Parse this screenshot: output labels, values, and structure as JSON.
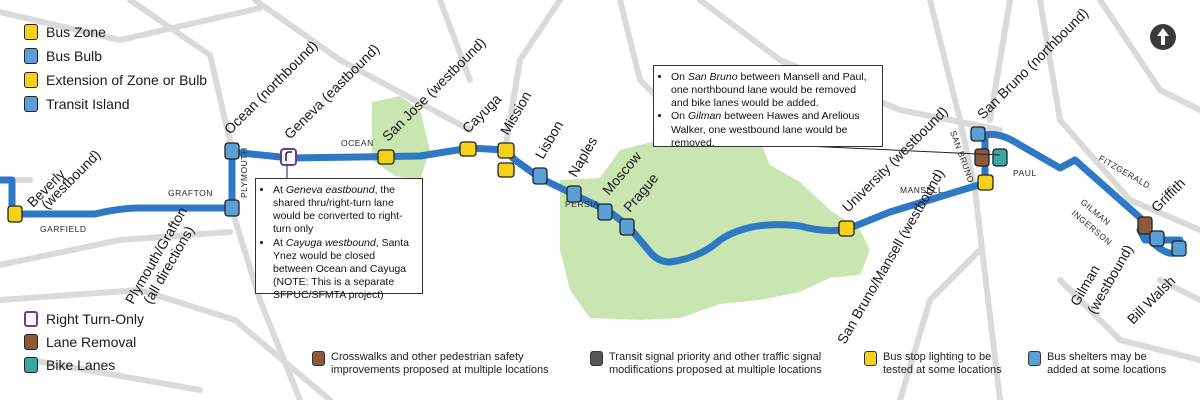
{
  "colors": {
    "route": "#2e78c4",
    "route_outline": "#1f5fa3",
    "park": "#c9e6b2",
    "road": "#d6d6d6",
    "bus_zone": "#f4d21a",
    "bus_bulb": "#5a9fd6",
    "lane_removal": "#8a5a3a",
    "bike_lane": "#3aa7a0",
    "right_turn": "#6d3a9b"
  },
  "legend_top": [
    {
      "label": "Bus Zone",
      "icon": "bus-zone-icon"
    },
    {
      "label": "Bus Bulb",
      "icon": "bus-bulb-icon"
    },
    {
      "label": "Extension of Zone or Bulb",
      "icon": "zone-extension-icon"
    },
    {
      "label": "Transit Island",
      "icon": "transit-island-icon"
    }
  ],
  "legend_bottom_left": [
    {
      "label": "Right Turn-Only",
      "icon": "right-turn-only-icon"
    },
    {
      "label": "Lane Removal",
      "icon": "lane-removal-icon"
    },
    {
      "label": "Bike Lanes",
      "icon": "bike-lanes-icon"
    }
  ],
  "legend_bottom": [
    {
      "line1": "Crosswalks and other pedestrian safety",
      "line2": "improvements proposed at multiple locations",
      "icon": "pedestrian-icon"
    },
    {
      "line1": "Transit signal priority and other traffic signal",
      "line2": "modifications proposed at multiple locations",
      "icon": "traffic-signal-icon"
    },
    {
      "line1": "Bus stop lighting to be",
      "line2": "tested at some locations",
      "icon": "lightbulb-icon"
    },
    {
      "line1": "Bus shelters may be",
      "line2": "added at some locations",
      "icon": "bus-shelter-icon"
    }
  ],
  "stops": {
    "beverly": "Beverly",
    "beverly2": "(westbound)",
    "ocean_nb": "Ocean (northbound)",
    "plymouth_grafton": "Plymouth/Grafton",
    "plymouth_grafton2": "(all directions)",
    "geneva": "Geneva (eastbound)",
    "san_jose": "San Jose (westbound)",
    "cayuga": "Cayuga",
    "mission": "Mission",
    "lisbon": "Lisbon",
    "naples": "Naples",
    "moscow": "Moscow",
    "prague": "Prague",
    "university": "University (westbound)",
    "san_bruno_mansell": "San Bruno/Mansell (westbound)",
    "san_bruno_nb": "San Bruno (northbound)",
    "griffith": "Griffith",
    "gilman_wb": "Gilman",
    "gilman_wb2": "(westbound)",
    "bill_walsh": "Bill Walsh"
  },
  "streets": {
    "garfield": "GARFIELD",
    "grafton": "GRAFTON",
    "plymouth": "PLYMOUTH",
    "ocean": "OCEAN",
    "persia": "PERSIA",
    "mansell": "MANSELL",
    "san_bruno": "SAN BRUNO",
    "paul": "PAUL",
    "fitzgerald": "FITZGERALD",
    "gilman": "GILMAN",
    "ingerson": "INGERSON"
  },
  "notes": {
    "geneva_cayuga": {
      "item1_pre": "At ",
      "item1_em": "Geneva eastbound",
      "item1_post": ", the shared thru/right-turn lane would be converted to right-turn only",
      "item2_pre": "At ",
      "item2_em": "Cayuga westbound",
      "item2_post": ", Santa Ynez would be closed between Ocean and Cayuga (NOTE: This is a separate SFPUC/SFMTA project)"
    },
    "san_bruno_gilman": {
      "item1_pre": "On ",
      "item1_em": "San Bruno",
      "item1_post": " between Mansell and Paul, one northbound lane would be removed and bike lanes would be added.",
      "item2_pre": "On ",
      "item2_em": "Gilman",
      "item2_post": " between Hawes and Arelious Walker, one westbound lane would be removed."
    }
  },
  "north_arrow": "north-arrow-icon"
}
